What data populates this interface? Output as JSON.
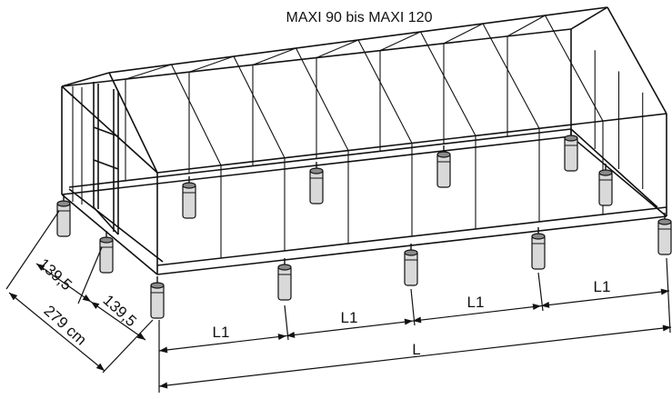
{
  "title": "MAXI 90 bis MAXI 120",
  "width_total": "279 cm",
  "width_half_left": "139,5",
  "width_half_right": "139,5",
  "section_label": "L1",
  "length_label": "L",
  "colors": {
    "line": "#111111",
    "foot_fill": "#d9d9d9",
    "foot_top": "#8a8a8a",
    "background": "#ffffff"
  }
}
